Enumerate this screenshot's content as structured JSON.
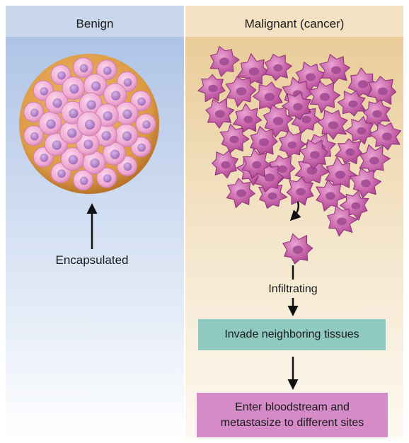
{
  "panels": {
    "benign": {
      "header": "Benign"
    },
    "malignant": {
      "header": "Malignant (cancer)"
    }
  },
  "labels": {
    "encapsulated": "Encapsulated",
    "infiltrating": "Infiltrating"
  },
  "steps": [
    {
      "text": "Invade neighboring tissues",
      "color": "#8fc9c0"
    },
    {
      "line1": "Enter bloodstream and",
      "line2": "metastasize to different sites",
      "color": "#d58bc8"
    }
  ],
  "colors": {
    "benign_header": "#c8d7ec",
    "benign_panel_top": "#a9bfe4",
    "malignant_header": "#f3e2c3",
    "malignant_panel_top": "#e8c890",
    "capsule": "#dd9a45",
    "benign_cell": "#efaad3",
    "cancer_cell": "#c45ea6"
  }
}
